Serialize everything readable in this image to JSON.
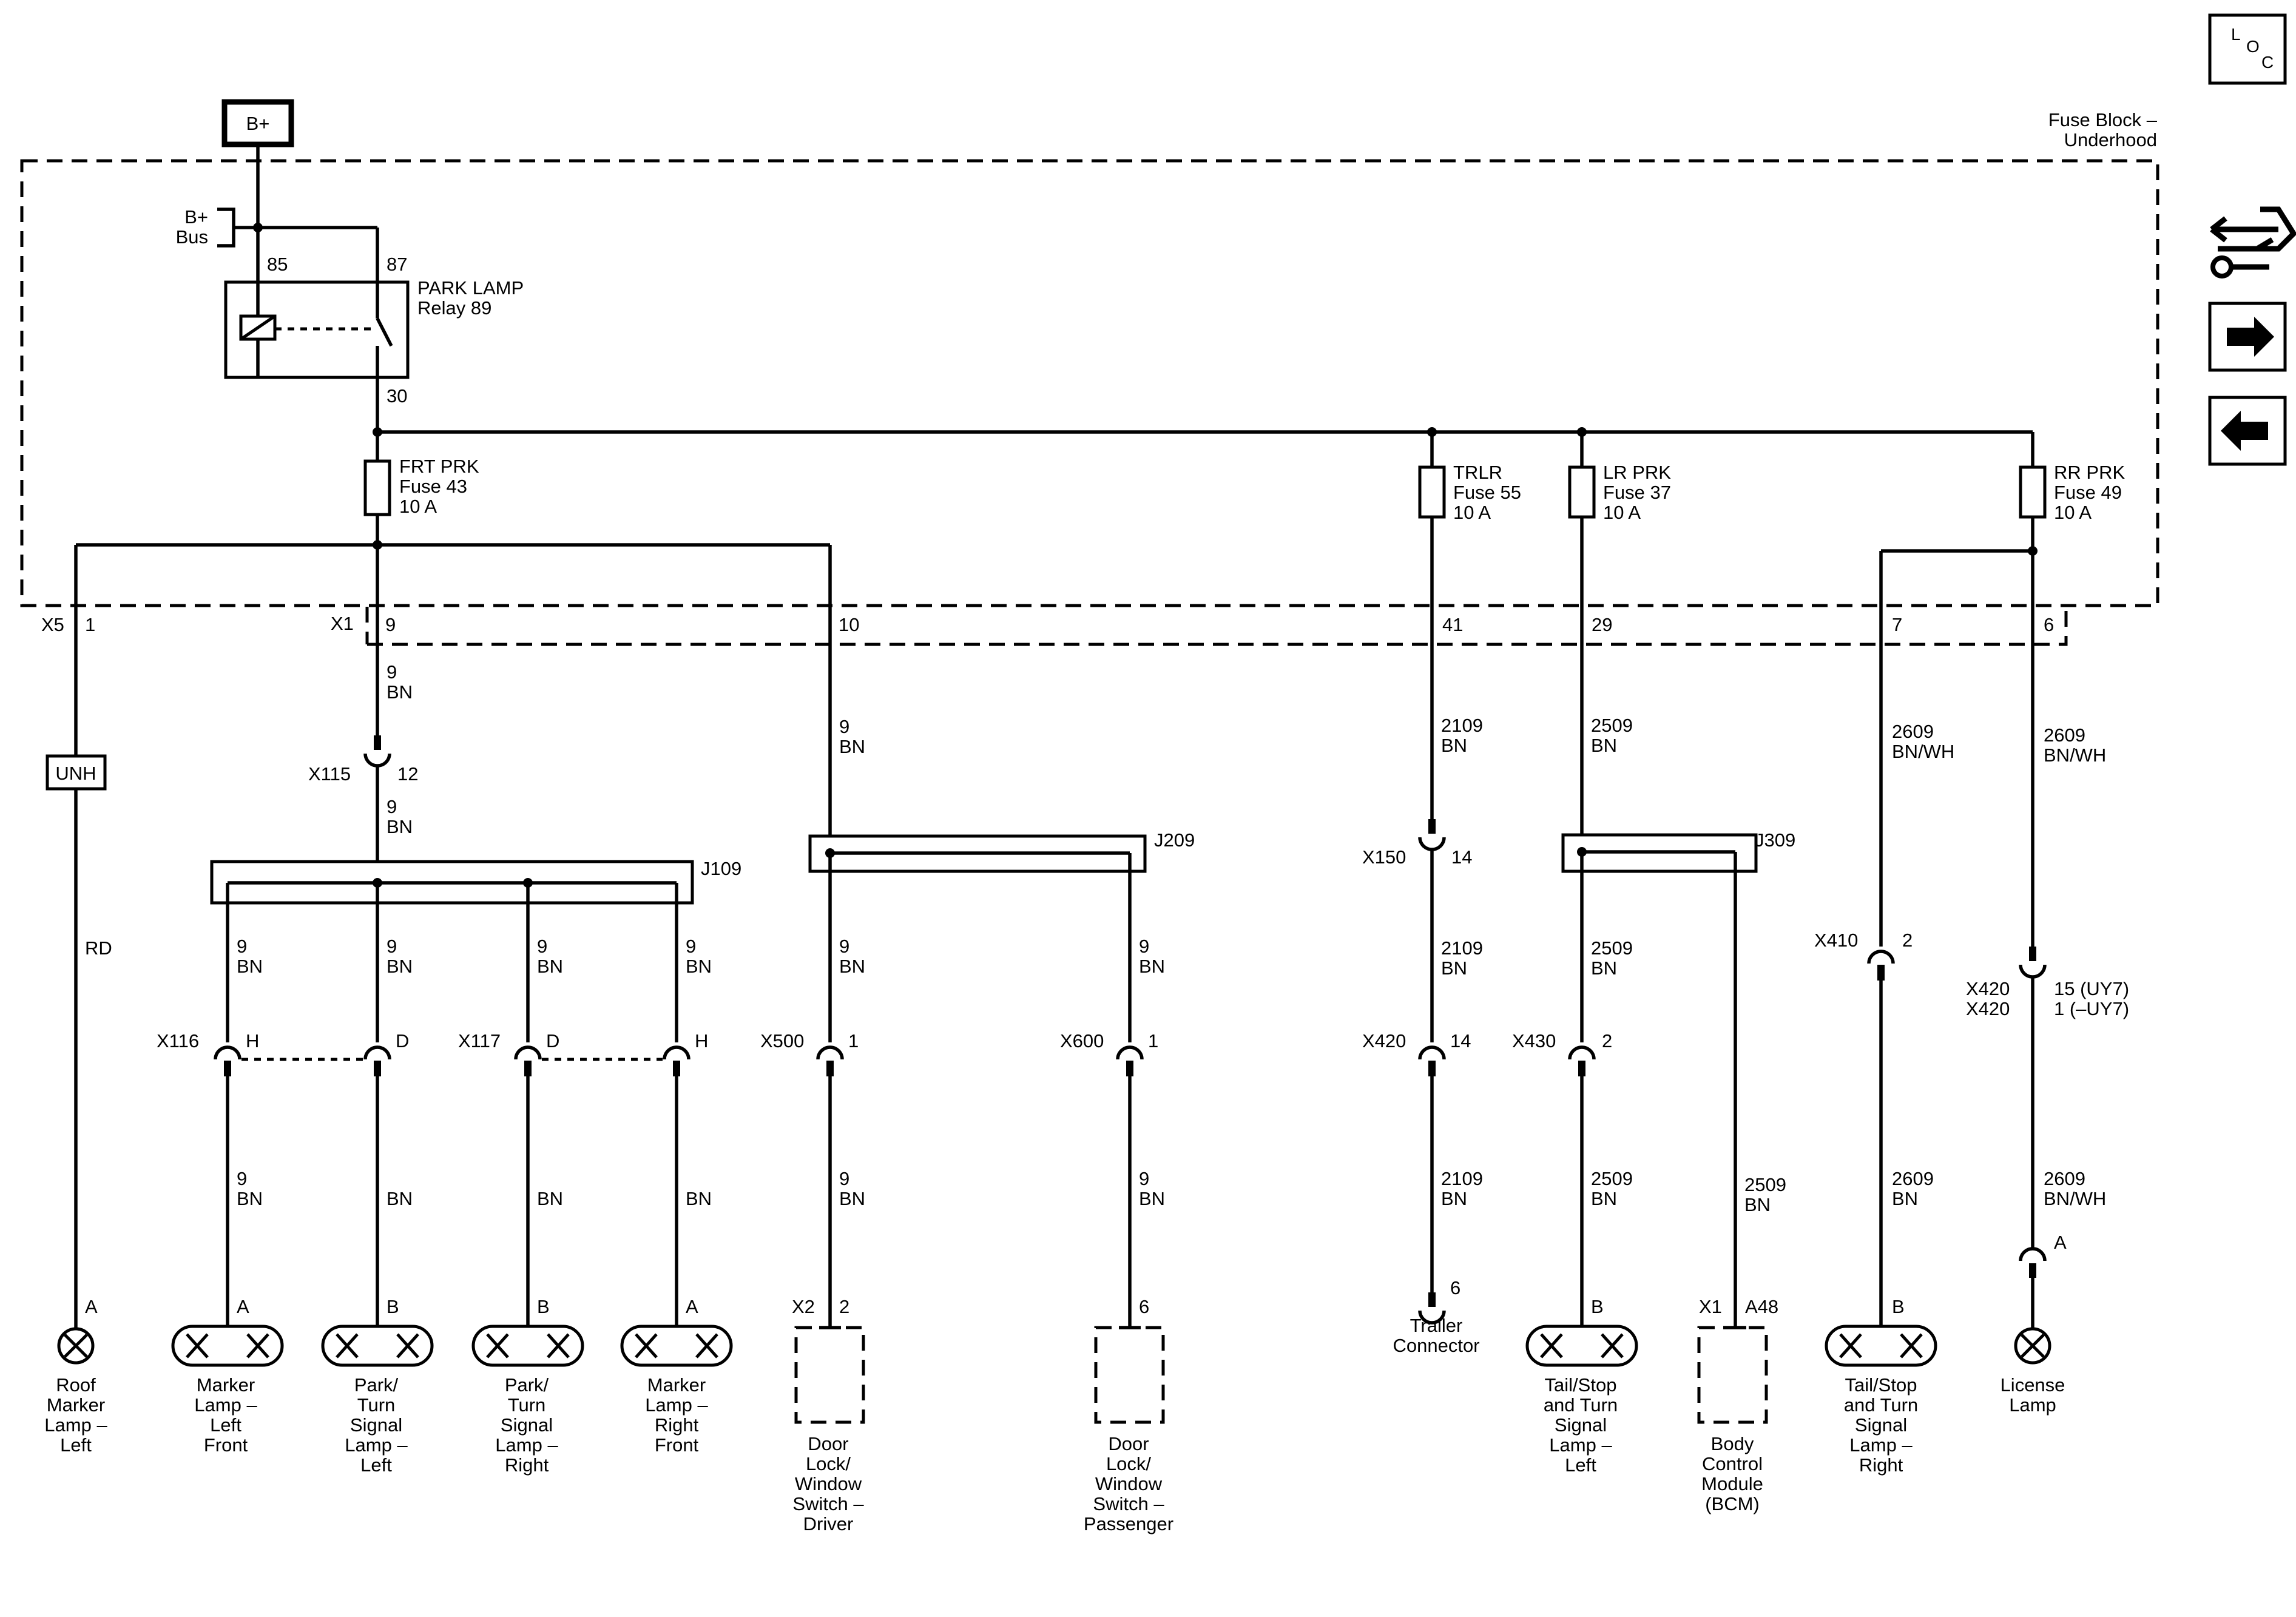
{
  "power": {
    "source": "B+",
    "bus_line1": "B+",
    "bus_line2": "Bus"
  },
  "fuse_block": {
    "line1": "Fuse Block –",
    "line2": "Underhood"
  },
  "relay": {
    "title1": "PARK LAMP",
    "title2": "Relay 89",
    "pin85": "85",
    "pin87": "87",
    "pin30": "30"
  },
  "fuses": [
    {
      "line1": "FRT PRK",
      "line2": "Fuse 43",
      "rating": "10 A"
    },
    {
      "line1": "TRLR",
      "line2": "Fuse 55",
      "rating": "10 A"
    },
    {
      "line1": "LR PRK",
      "line2": "Fuse 37",
      "rating": "10 A"
    },
    {
      "line1": "RR PRK",
      "line2": "Fuse 49",
      "rating": "10 A"
    }
  ],
  "block_pins": {
    "x5": "X5",
    "x5_pin": "1",
    "x1": "X1",
    "p9": "9",
    "p10": "10",
    "p41": "41",
    "p29": "29",
    "p7": "7",
    "p6": "6"
  },
  "wires": {
    "w9bn_a": "9",
    "w9bn_b": "BN",
    "unh": "UNH",
    "rd": "RD",
    "bn": "BN",
    "w2109": "2109",
    "w2509": "2509",
    "w2609": "2609",
    "bnwh": "BN/WH"
  },
  "connectors": {
    "x115": "X115",
    "x115_pin": "12",
    "j109": "J109",
    "j209": "J209",
    "j309": "J309",
    "x116": "X116",
    "x116_h": "H",
    "x116_d": "D",
    "x117": "X117",
    "x117_d": "D",
    "x117_h": "H",
    "x500": "X500",
    "x500_pin": "1",
    "x600": "X600",
    "x600_pin": "1",
    "x150": "X150",
    "x150_pin": "14",
    "x420": "X420",
    "x420_pin": "14",
    "x430": "X430",
    "x430_pin": "2",
    "x410": "X410",
    "x410_pin": "2",
    "x420b": "X420",
    "x420b_pin": "15 (UY7)",
    "x420c": "X420",
    "x420c_pin": "1 (–UY7)"
  },
  "terminals": {
    "roof": "A",
    "mlf": "A",
    "ptl": "B",
    "ptr": "B",
    "mrf": "A",
    "x2": "X2",
    "x2_pin": "2",
    "pass": "6",
    "trailer": "6",
    "tsl": "B",
    "x1": "X1",
    "a48": "A48",
    "tsr": "B",
    "lic": "A"
  },
  "loads": {
    "roof_marker": [
      "Roof",
      "Marker",
      "Lamp –",
      "Left"
    ],
    "marker_left_front": [
      "Marker",
      "Lamp –",
      "Left",
      "Front"
    ],
    "park_turn_left": [
      "Park/",
      "Turn",
      "Signal",
      "Lamp –",
      "Left"
    ],
    "park_turn_right": [
      "Park/",
      "Turn",
      "Signal",
      "Lamp –",
      "Right"
    ],
    "marker_right_front": [
      "Marker",
      "Lamp –",
      "Right",
      "Front"
    ],
    "door_driver": [
      "Door",
      "Lock/",
      "Window",
      "Switch –",
      "Driver"
    ],
    "door_passenger": [
      "Door",
      "Lock/",
      "Window",
      "Switch –",
      "Passenger"
    ],
    "trailer": [
      "Trailer",
      "Connector"
    ],
    "tail_left": [
      "Tail/Stop",
      "and Turn",
      "Signal",
      "Lamp –",
      "Left"
    ],
    "bcm": [
      "Body",
      "Control",
      "Module",
      "(BCM)"
    ],
    "tail_right": [
      "Tail/Stop",
      "and Turn",
      "Signal",
      "Lamp –",
      "Right"
    ],
    "license": [
      "License",
      "Lamp"
    ]
  },
  "side_nav": {
    "loc_l": "L",
    "loc_o": "O",
    "loc_c": "C",
    "icons": [
      "location-icon",
      "connector-tool-icon",
      "next-arrow-icon",
      "previous-arrow-icon"
    ]
  }
}
